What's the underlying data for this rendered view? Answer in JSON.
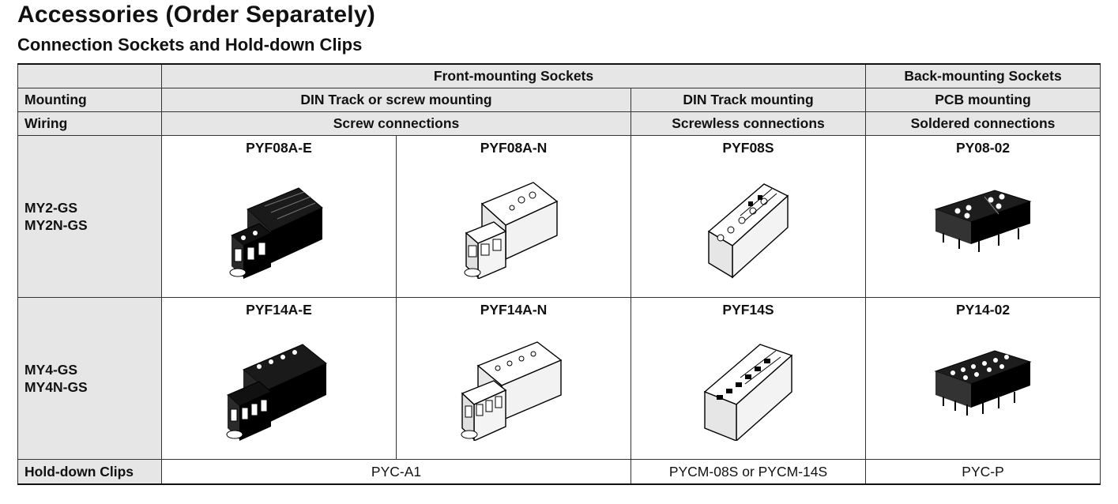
{
  "page": {
    "title": "Accessories (Order Separately)",
    "subtitle": "Connection Sockets and Hold-down Clips"
  },
  "table": {
    "header": {
      "front": "Front-mounting Sockets",
      "back": "Back-mounting Sockets"
    },
    "mounting": {
      "label": "Mounting",
      "din_screw": "DIN Track or screw mounting",
      "din": "DIN Track mounting",
      "pcb": "PCB mounting"
    },
    "wiring": {
      "label": "Wiring",
      "screw": "Screw connections",
      "screwless": "Screwless connections",
      "soldered": "Soldered connections"
    },
    "rows": [
      {
        "models": [
          "MY2-GS",
          "MY2N-GS"
        ],
        "sockets": [
          "PYF08A-E",
          "PYF08A-N",
          "PYF08S",
          "PY08-02"
        ]
      },
      {
        "models": [
          "MY4-GS",
          "MY4N-GS"
        ],
        "sockets": [
          "PYF14A-E",
          "PYF14A-N",
          "PYF14S",
          "PY14-02"
        ]
      }
    ],
    "clips": {
      "label": "Hold-down Clips",
      "front": "PYC-A1",
      "din": "PYCM-08S or PYCM-14S",
      "pcb": "PYC-P"
    }
  }
}
